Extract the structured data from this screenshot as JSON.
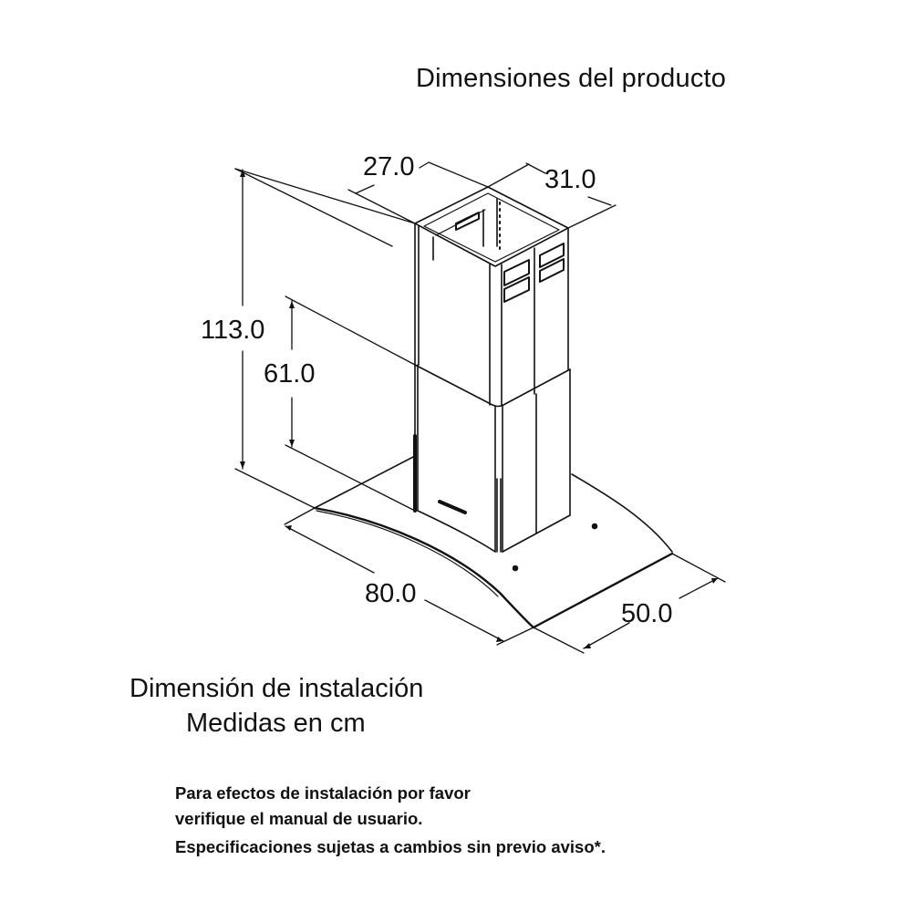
{
  "title": "Dimensiones del producto",
  "dimensions": {
    "chimney_depth": "27.0",
    "chimney_width": "31.0",
    "total_height": "113.0",
    "lower_chimney_height": "61.0",
    "hood_width": "80.0",
    "hood_depth": "50.0",
    "unit": "cm"
  },
  "install": {
    "line1": "Dimensión de instalación",
    "line2": "Medidas en cm"
  },
  "notes": {
    "line1": "Para efectos de instalación por favor",
    "line2": "verifique el manual de usuario.",
    "line3": "Especificaciones sujetas a cambios sin previo aviso*."
  },
  "colors": {
    "line": "#111111",
    "background": "#ffffff"
  }
}
